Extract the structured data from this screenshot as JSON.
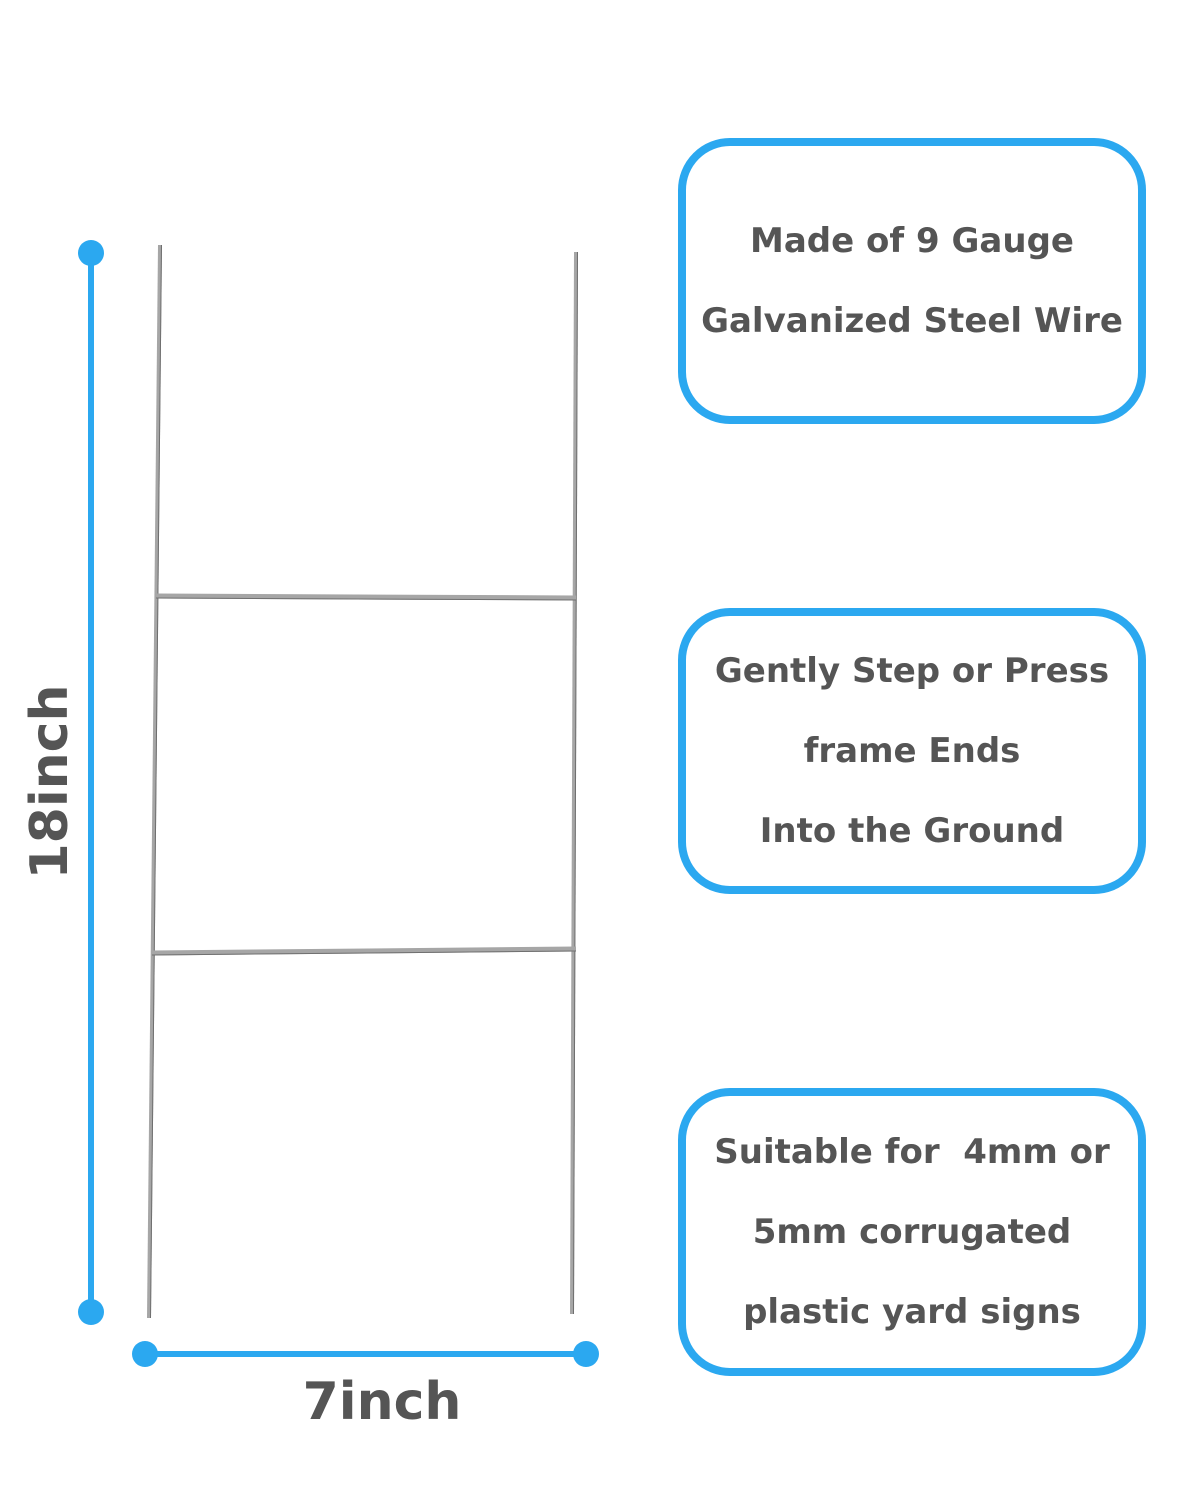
{
  "dimensions": {
    "height_label": "18inch",
    "width_label": "7inch"
  },
  "features": [
    {
      "lines": [
        "Made of 9 Gauge",
        "Galvanized Steel Wire"
      ]
    },
    {
      "lines": [
        "Gently Step or Press",
        "frame Ends",
        "Into the Ground"
      ]
    },
    {
      "lines": [
        "Suitable for  4mm or",
        "5mm corrugated",
        "plastic yard signs"
      ]
    }
  ],
  "colors": {
    "accent": "#2ba8f0",
    "text": "#555555",
    "wire": "#9a9a9a"
  }
}
